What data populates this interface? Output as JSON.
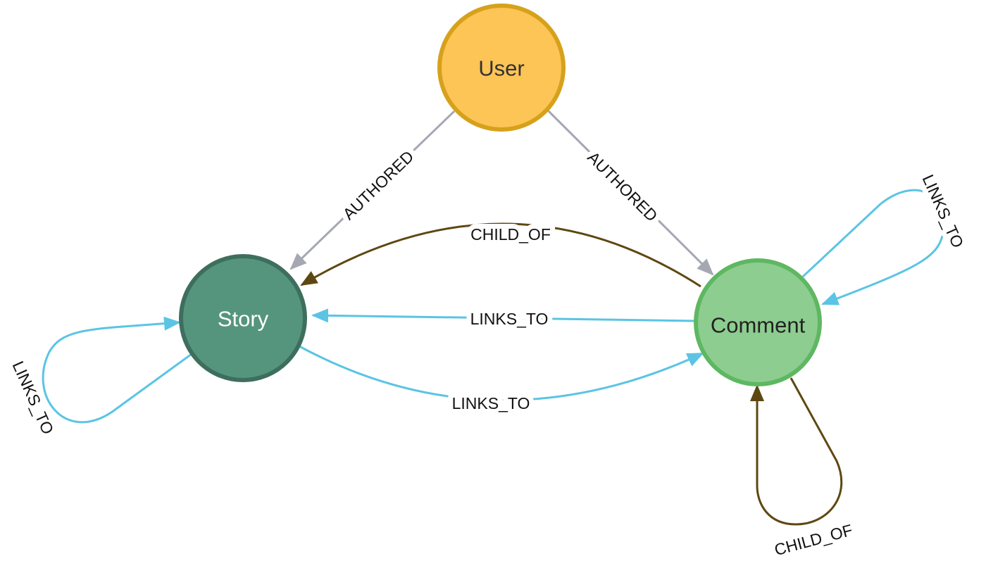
{
  "colors": {
    "user_fill": "#FDC456",
    "user_stroke": "#D6A11B",
    "story_fill": "#55957E",
    "story_stroke": "#3E6E5E",
    "comment_fill": "#8DCD90",
    "comment_stroke": "#5EB761",
    "authored": "#A5A8B3",
    "child_of": "#5E4812",
    "links_to": "#5BC4E4"
  },
  "nodes": {
    "user": "User",
    "story": "Story",
    "comment": "Comment"
  },
  "edges": {
    "user_story": "AUTHORED",
    "user_comment": "AUTHORED",
    "comment_story_child": "CHILD_OF",
    "comment_story_links": "LINKS_TO",
    "story_comment_links": "LINKS_TO",
    "story_self": "LINKS_TO",
    "comment_self_links": "LINKS_TO",
    "comment_self_child": "CHILD_OF"
  }
}
